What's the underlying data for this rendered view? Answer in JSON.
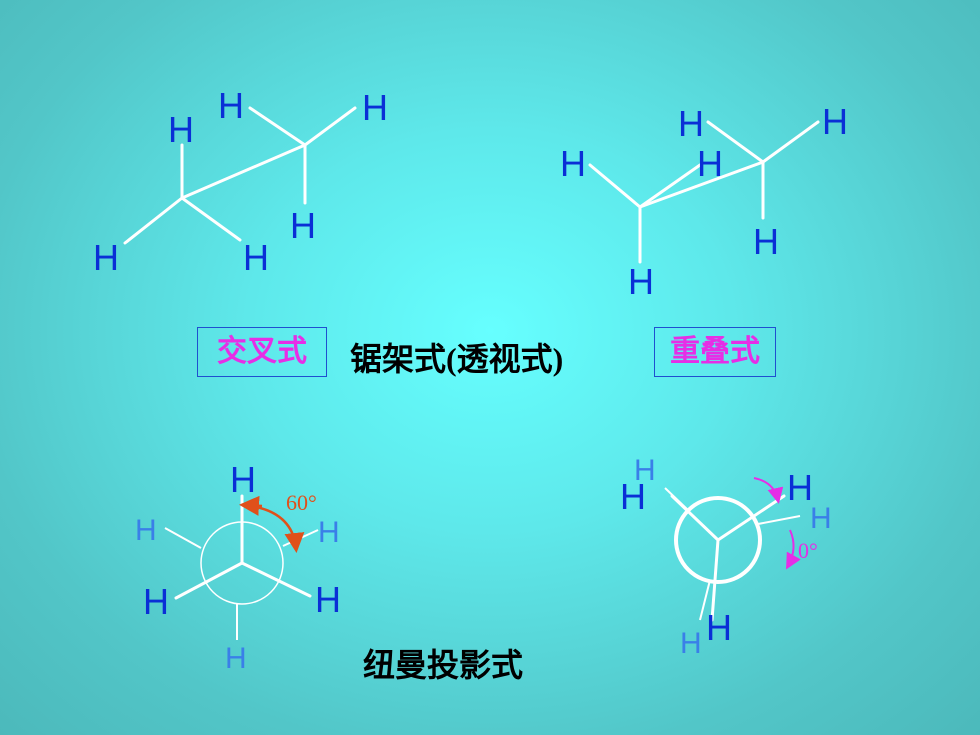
{
  "atom_label": "H",
  "labels": {
    "staggered": "交叉式",
    "sawhorse": "锯架式(透视式)",
    "eclipsed": "重叠式",
    "newman": "纽曼投影式"
  },
  "angles": {
    "staggered": "60°",
    "eclipsed": "0°"
  },
  "colors": {
    "atom": "#0a2fd6",
    "atom_back": "#3a7fe8",
    "bond": "#ffffff",
    "label_text": "#e62ee6",
    "box_border": "#1f4fd0",
    "arrow_staggered": "#e0501a",
    "arrow_eclipsed": "#e62ee6"
  }
}
